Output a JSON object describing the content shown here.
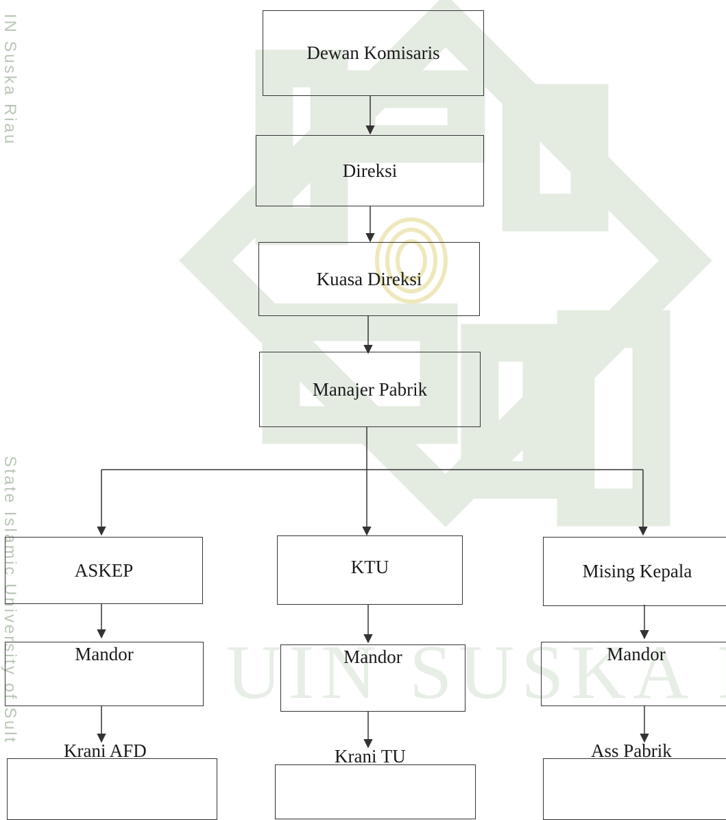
{
  "watermark": {
    "sidebar_top": "IN Suska Riau",
    "sidebar_bottom": "State Islamic University of Sult",
    "banner": "UIN SUSKA RIAU",
    "color": "#c6d9c3"
  },
  "org_chart": {
    "levels": [
      {
        "label": "Dewan Komisaris"
      },
      {
        "label": "Direksi"
      },
      {
        "label": "Kuasa Direksi"
      },
      {
        "label": "Manajer Pabrik"
      }
    ],
    "branches": [
      {
        "head": "ASKEP",
        "mandor": "Mandor",
        "staff": "Krani AFD"
      },
      {
        "head": "KTU",
        "mandor": "Mandor",
        "staff": "Krani TU"
      },
      {
        "head": "Mising Kepala",
        "mandor": "Mandor",
        "staff": "Ass Pabrik"
      }
    ],
    "line_color": "#333333"
  }
}
